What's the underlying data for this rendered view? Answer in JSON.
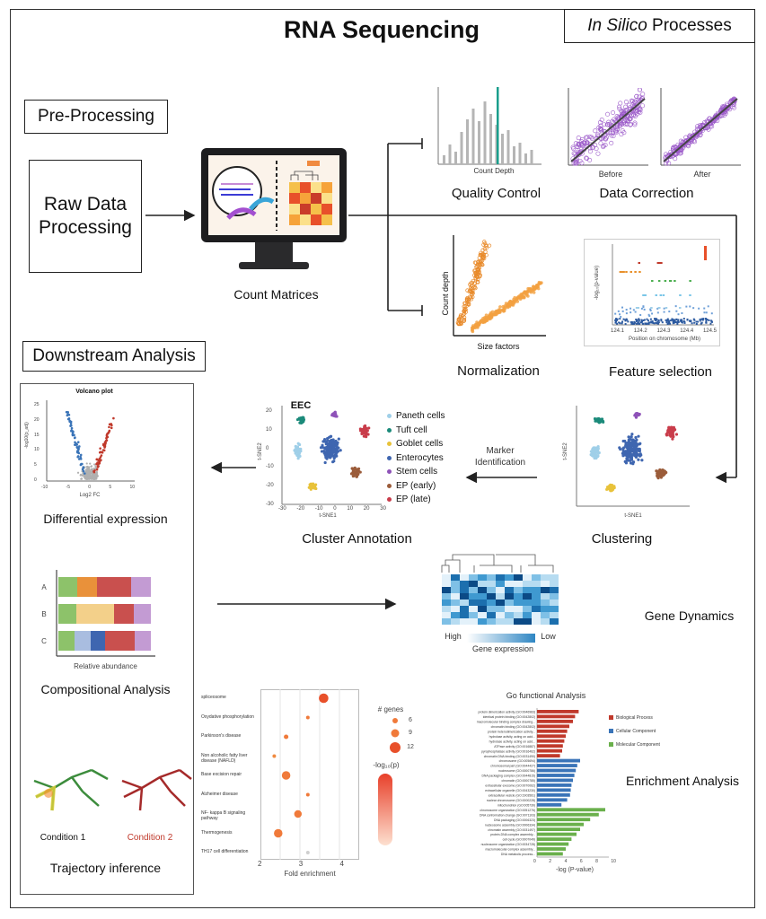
{
  "title": "RNA Sequencing",
  "in_silico": {
    "italic": "In Silico",
    "rest": " Processes"
  },
  "sections": {
    "preprocessing": "Pre-Processing",
    "downstream": "Downstream Analysis"
  },
  "raw_data": "Raw Data Processing",
  "count_matrices": "Count Matrices",
  "quality_control": {
    "label": "Quality Control",
    "axis": "Count Depth"
  },
  "data_correction": {
    "label": "Data Correction",
    "before": "Before",
    "after": "After"
  },
  "normalization": {
    "label": "Normalization",
    "ylabel": "Count depth",
    "xlabel": "Size factors"
  },
  "feature_selection": {
    "label": "Feature selection",
    "ylabel": "-log₁₀(p-value)",
    "xlabel": "Position on chromosome (Mb)",
    "xticks": [
      "124.1",
      "124.2",
      "124.3",
      "124.4",
      "124.5"
    ]
  },
  "clustering": {
    "label": "Clustering",
    "xlabel": "t-SNE1",
    "ylabel": "t-SNE2"
  },
  "cluster_annotation": {
    "label": "Cluster Annotation",
    "eec": "EEC",
    "xlabel": "t-SNE1",
    "ylabel": "t-SNE2",
    "legend": [
      {
        "name": "Paneth cells",
        "color": "#9fcfe8"
      },
      {
        "name": "Tuft cell",
        "color": "#1b8a7a"
      },
      {
        "name": "Goblet cells",
        "color": "#e8c23a"
      },
      {
        "name": "Enterocytes",
        "color": "#3f66b0"
      },
      {
        "name": "Stem cells",
        "color": "#8e52b8"
      },
      {
        "name": "EP (early)",
        "color": "#9b5c3a"
      },
      {
        "name": "EP (late)",
        "color": "#c93c4a"
      }
    ],
    "xticks": [
      "-30",
      "-20",
      "-10",
      "0",
      "10",
      "20",
      "30"
    ],
    "yticks": [
      "20",
      "10",
      "0",
      "-10",
      "-20",
      "-30"
    ]
  },
  "marker_identification": "Marker Identification",
  "differential_expression": {
    "label": "Differential expression",
    "title": "Volcano plot",
    "xlabel": "Log2 FC",
    "ylabel": "-log10(p_adj)",
    "xticks": [
      "-10",
      "-5",
      "0",
      "5",
      "10"
    ],
    "yticks": [
      "25",
      "20",
      "15",
      "10",
      "5",
      "0"
    ]
  },
  "compositional": {
    "label": "Compositional Analysis",
    "xlabel": "Relative abundance",
    "rows": [
      "A",
      "B",
      "C"
    ]
  },
  "trajectory": {
    "label": "Trajectory inference",
    "condition1": "Condition 1",
    "condition2": "Condition 2",
    "condition2_color": "#c0392b"
  },
  "gene_dynamics": {
    "label": "Gene Dynamics",
    "high": "High",
    "low": "Low",
    "expr": "Gene expression"
  },
  "enrichment": {
    "label": "Enrichment Analysis",
    "go_title": "Go functional Analysis",
    "xlabel": "-log (P-value)",
    "xticks": [
      "0",
      "2",
      "4",
      "6",
      "8",
      "10"
    ],
    "legend": [
      {
        "name": "Biological Process",
        "color": "#c0392b"
      },
      {
        "name": "Cellular Component",
        "color": "#3a74b8"
      },
      {
        "name": "Molecular Component",
        "color": "#6ab04c"
      }
    ],
    "terms": [
      {
        "term": "protein dimerization activity (GO:0046983)",
        "v": 5.8,
        "g": 0
      },
      {
        "term": "identical protein binding (GO:0042802)",
        "v": 5.3,
        "g": 0
      },
      {
        "term": "macromolecular binding complex drawing...",
        "v": 5.0,
        "g": 0
      },
      {
        "term": "chromatin binding (GO:0042802)",
        "v": 4.5,
        "g": 0
      },
      {
        "term": "protein heterodimerization activity...",
        "v": 4.2,
        "g": 0
      },
      {
        "term": "hydrolase activity, acting on acid...",
        "v": 4.0,
        "g": 0
      },
      {
        "term": "hydrolase activity, acting on acid...",
        "v": 3.8,
        "g": 0
      },
      {
        "term": "ATPase activity (GO:0016887)",
        "v": 3.6,
        "g": 0
      },
      {
        "term": "pyrophosphatase activity (GO:0016462)",
        "v": 3.5,
        "g": 0
      },
      {
        "term": "chromatin DNA binding (GO:0031490)",
        "v": 3.2,
        "g": 0
      },
      {
        "term": "chromosome (GO:005694)",
        "v": 6.0,
        "g": 1
      },
      {
        "term": "chromosomal part (GO:0044427)",
        "v": 5.6,
        "g": 1
      },
      {
        "term": "nucleosome (GO:0000786)",
        "v": 5.4,
        "g": 1
      },
      {
        "term": "DNA packaging complex (GO:0044815)",
        "v": 5.2,
        "g": 1
      },
      {
        "term": "chromatin (GO:0000785)",
        "v": 5.0,
        "g": 1
      },
      {
        "term": "extracellular exosome (GO:0070062)",
        "v": 4.8,
        "g": 1
      },
      {
        "term": "extracellular organelle (GO:0043230)",
        "v": 4.7,
        "g": 1
      },
      {
        "term": "extracellular vesicle (GO:1903561)",
        "v": 4.6,
        "g": 1
      },
      {
        "term": "nuclear chromosome (GO:0000228)",
        "v": 4.2,
        "g": 1
      },
      {
        "term": "mitochondrion (GO:005739)",
        "v": 3.4,
        "g": 1
      },
      {
        "term": "chromosome organization (GO:0051276)",
        "v": 9.5,
        "g": 2
      },
      {
        "term": "DNA conformation change (GO:0071103)",
        "v": 8.6,
        "g": 2
      },
      {
        "term": "DNA packaging (GO:0006323)",
        "v": 7.4,
        "g": 2
      },
      {
        "term": "nucleosome assembly (GO:0006334)",
        "v": 6.5,
        "g": 2
      },
      {
        "term": "chromatin assembly (GO:0031497)",
        "v": 6.0,
        "g": 2
      },
      {
        "term": "protein-DNA complex assembly...",
        "v": 5.5,
        "g": 2
      },
      {
        "term": "cell cycle (GO:0007049)",
        "v": 4.8,
        "g": 2
      },
      {
        "term": "nucleosome organization (GO:0034728)",
        "v": 4.4,
        "g": 2
      },
      {
        "term": "macromolecular complex assembly...",
        "v": 4.0,
        "g": 2
      },
      {
        "term": "DNA metabolic process...",
        "v": 3.6,
        "g": 2
      }
    ]
  },
  "dot_plot": {
    "xlabel": "Fold enrichment",
    "xticks": [
      "2",
      "3",
      "4"
    ],
    "size_title": "# genes",
    "sizes": [
      "6",
      "9",
      "12"
    ],
    "color_title": "-log₁₀(p)",
    "terms": [
      {
        "term": "spliceosome",
        "fe": 3.4,
        "n": 12,
        "color": "#e8502a"
      },
      {
        "term": "Oxydative phosphorylation",
        "fe": 3.0,
        "n": 6,
        "color": "#f07a3a"
      },
      {
        "term": "Parkinson's disease",
        "fe": 2.45,
        "n": 7,
        "color": "#f07a3a"
      },
      {
        "term": "Non alcoholic fatty liver disease (NAFLD)",
        "fe": 2.15,
        "n": 6,
        "color": "#f08a40"
      },
      {
        "term": "Base excision repair",
        "fe": 2.45,
        "n": 11,
        "color": "#f07a3a"
      },
      {
        "term": "Alzheimer disease",
        "fe": 3.0,
        "n": 6,
        "color": "#f07a3a"
      },
      {
        "term": "NF- kappa B signaling pathway",
        "fe": 2.75,
        "n": 10,
        "color": "#f07a3a"
      },
      {
        "term": "Thermogenesis",
        "fe": 2.25,
        "n": 11,
        "color": "#f07a3a"
      },
      {
        "term": "TH17 cell differentiation",
        "fe": 3.0,
        "n": 6,
        "color": "#cfcfcf"
      }
    ]
  }
}
